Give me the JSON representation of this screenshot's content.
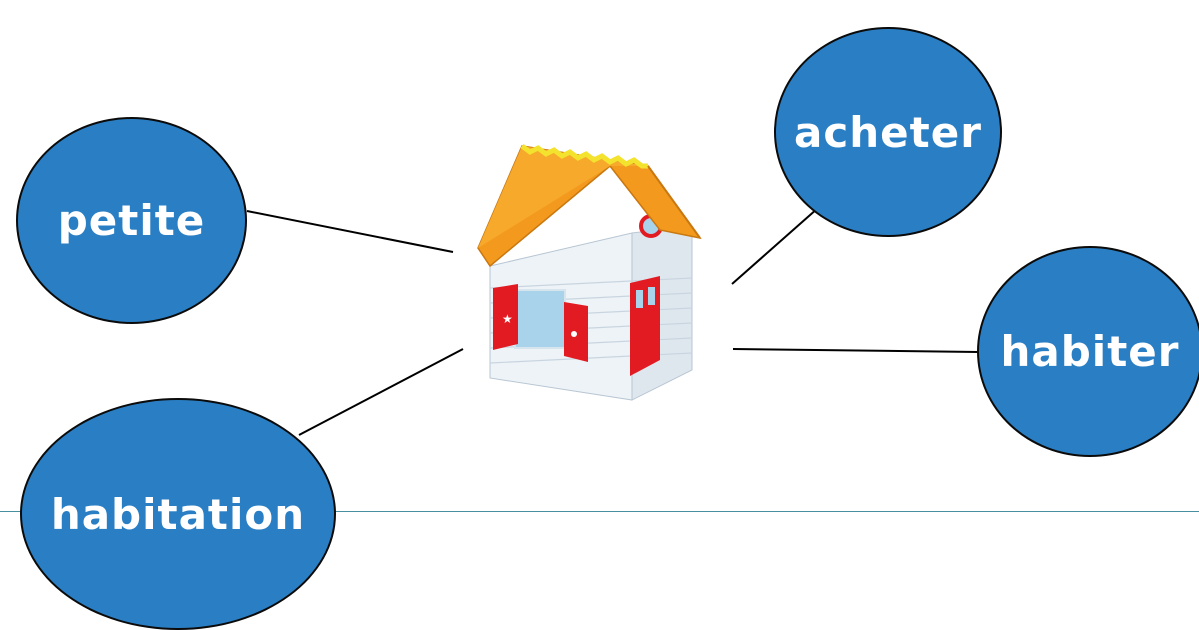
{
  "words": {
    "petite": "petite",
    "acheter": "acheter",
    "habiter": "habiter",
    "habitation": "habitation"
  },
  "colors": {
    "bubble_fill": "#2a7fc4",
    "bubble_border": "#0b0b0b",
    "divider": "#4a8fa0",
    "roof": "#f39a1e",
    "roof_edge": "#f3e22e",
    "wall": "#e6eef4",
    "shutter": "#e21b23",
    "window": "#a9d3ea"
  },
  "icons": {
    "center_image": "house-icon"
  }
}
